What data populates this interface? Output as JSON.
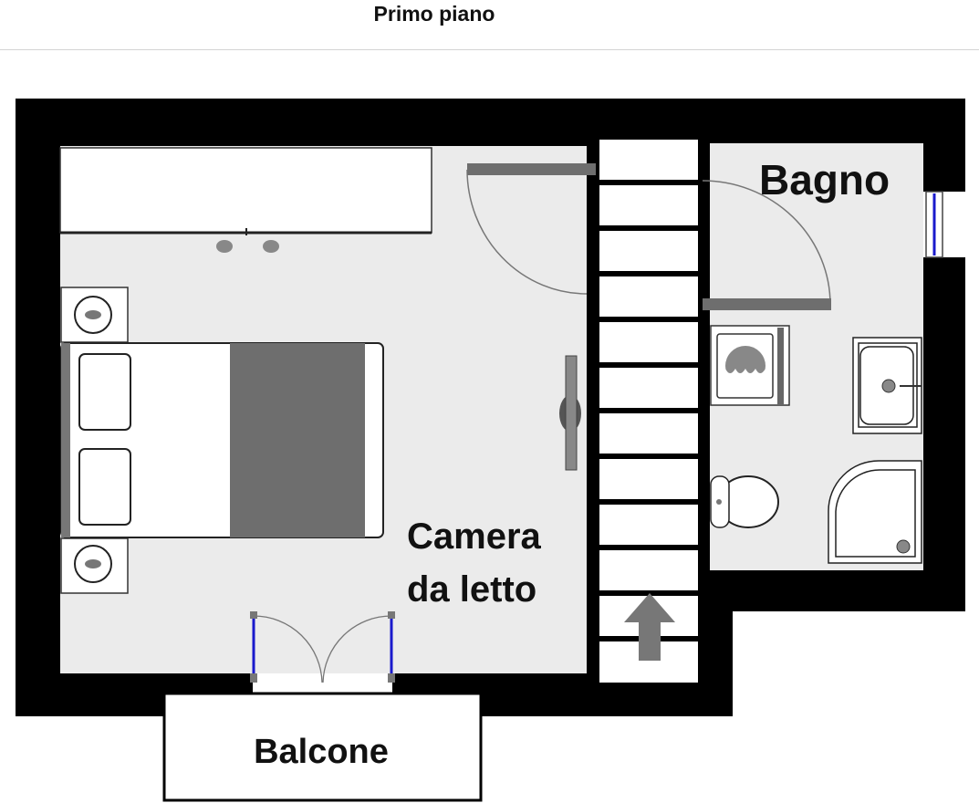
{
  "header": {
    "title": "Primo piano"
  },
  "plan": {
    "rooms": {
      "bedroom_line1": "Camera",
      "bedroom_line2": "da letto",
      "bathroom": "Bagno",
      "balcony": "Balcone"
    },
    "colors": {
      "wall": "#000000",
      "floor": "#ebebeb",
      "door": "#6e6e6e",
      "window": "#1a1acc"
    }
  }
}
